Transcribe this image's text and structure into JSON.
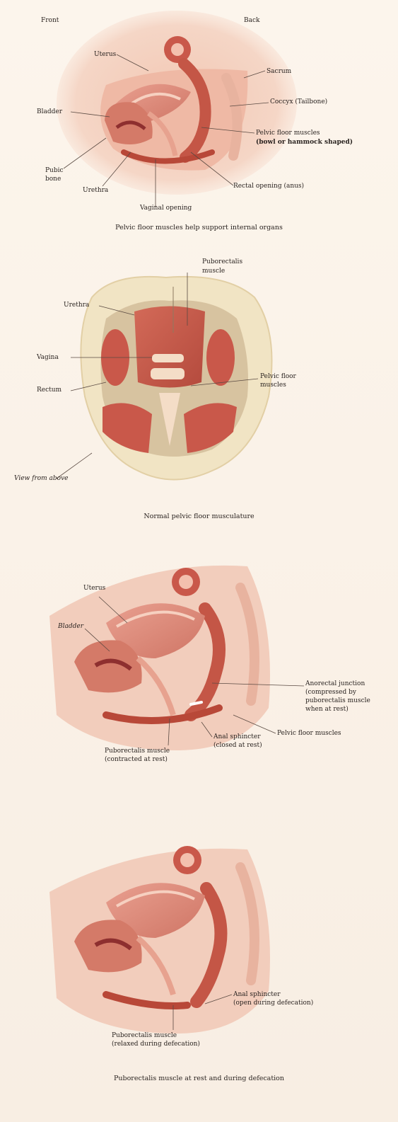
{
  "panel1": {
    "front": "Front",
    "back": "Back",
    "uterus": "Uterus",
    "sacrum": "Sacrum",
    "coccyx": "Coccyx (Tailbone)",
    "bladder": "Bladder",
    "pelvic_floor_line1": "Pelvic floor muscles",
    "pelvic_floor_line2": "(bowl or hammock shaped)",
    "pubic_bone_line1": "Pubic",
    "pubic_bone_line2": "bone",
    "urethra": "Urethra",
    "rectal_opening": "Rectal opening (anus)",
    "vaginal_opening": "Vaginal opening",
    "caption": "Pelvic floor muscles help support internal organs"
  },
  "panel2": {
    "puborectalis_line1": "Puborectalis",
    "puborectalis_line2": "muscle",
    "urethra": "Urethra",
    "vagina": "Vagina",
    "rectum": "Rectum",
    "pelvic_floor_line1": "Pelvic floor",
    "pelvic_floor_line2": "muscles",
    "view_from_above": "View from above",
    "caption": "Normal pelvic floor musculature"
  },
  "panel3": {
    "uterus": "Uterus",
    "bladder": "Bladder",
    "anorectal_line1": "Anorectal junction",
    "anorectal_line2": "(compressed by",
    "anorectal_line3": "puborectalis muscle",
    "anorectal_line4": "when at rest)",
    "pelvic_floor": "Pelvic floor muscles",
    "anal_sphincter_line1": "Anal sphincter",
    "anal_sphincter_line2": "(closed at rest)",
    "puborectalis_line1": "Puborectalis muscle",
    "puborectalis_line2": "(contracted at rest)"
  },
  "panel4": {
    "anal_sphincter_line1": "Anal sphincter",
    "anal_sphincter_line2": "(open during defecation)",
    "puborectalis_line1": "Puborectalis muscle",
    "puborectalis_line2": "(relaxed during defecation)",
    "caption": "Puborectalis muscle at rest and during defecation"
  }
}
